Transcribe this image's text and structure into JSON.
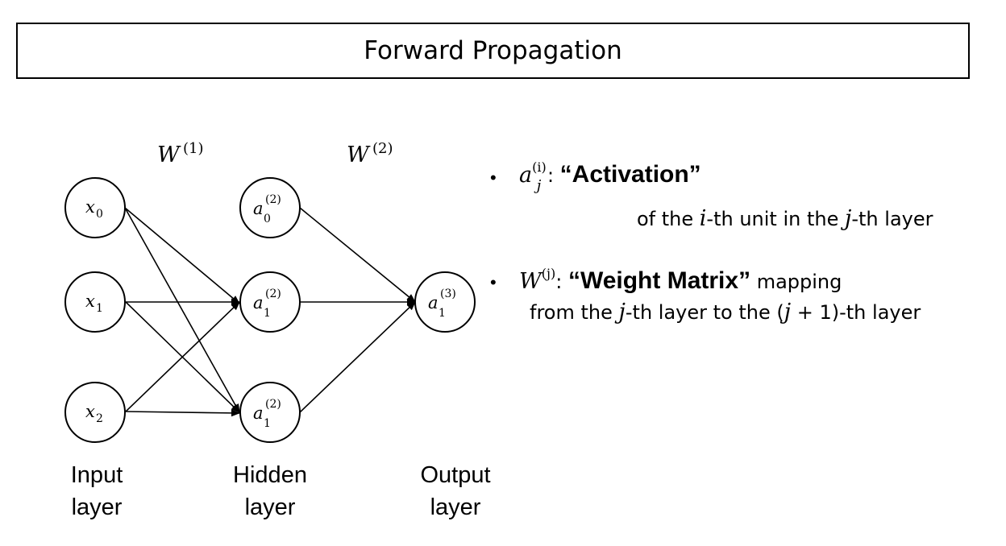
{
  "title": "Forward Propagation",
  "weights": {
    "w1": {
      "symbol": "W",
      "sup": "(1)"
    },
    "w2": {
      "symbol": "W",
      "sup": "(2)"
    }
  },
  "nodes": {
    "input": [
      {
        "var": "x",
        "sub": "0"
      },
      {
        "var": "x",
        "sub": "1"
      },
      {
        "var": "x",
        "sub": "2"
      }
    ],
    "hidden": [
      {
        "var": "a",
        "sub": "0",
        "sup": "(2)"
      },
      {
        "var": "a",
        "sub": "1",
        "sup": "(2)"
      },
      {
        "var": "a",
        "sub": "1",
        "sup": "(2)"
      }
    ],
    "output": [
      {
        "var": "a",
        "sub": "1",
        "sup": "(3)"
      }
    ]
  },
  "layer_labels": {
    "input": [
      "Input",
      "layer"
    ],
    "hidden": [
      "Hidden",
      "layer"
    ],
    "output": [
      "Output",
      "layer"
    ]
  },
  "bullets": {
    "activation": {
      "sym": "a",
      "sub": "j",
      "sup": "(i)",
      "sep": " : ",
      "term": "“Activation”",
      "line2_a": "of the ",
      "line2_i": "i",
      "line2_b": "-th unit in the ",
      "line2_j": "j",
      "line2_c": "-th layer"
    },
    "weight": {
      "sym": "W",
      "sup": "(j)",
      "sep": ": ",
      "term": "“Weight Matrix”",
      "after": " mapping",
      "line2_a": "from the ",
      "line2_j": "j",
      "line2_b": "-th layer to the (",
      "line2_j2": "j",
      "line2_plus": " + 1",
      "line2_c": ")-th layer"
    }
  }
}
